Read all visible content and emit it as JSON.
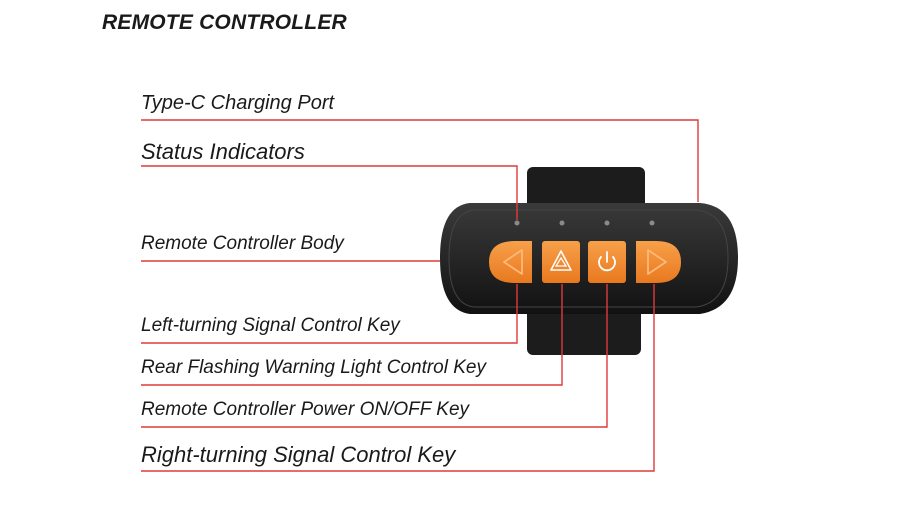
{
  "title": "REMOTE CONTROLLER",
  "callouts": {
    "type_c_port": "Type-C Charging Port",
    "status_indicators": "Status Indicators",
    "body": "Remote Controller Body",
    "left_key": "Left-turning Signal Control Key",
    "rear_key": "Rear Flashing Warning Light Control Key",
    "power_key": "Remote Controller Power ON/OFF Key",
    "right_key": "Right-turning Signal Control Key"
  },
  "colors": {
    "leader_line": "#e03a3a",
    "button_orange": "#f28a30",
    "device_body": "#2a2a2a",
    "strap": "#1c1c1c"
  },
  "icons": [
    "left-arrow-icon",
    "warning-triangle-icon",
    "power-icon",
    "right-arrow-icon"
  ]
}
